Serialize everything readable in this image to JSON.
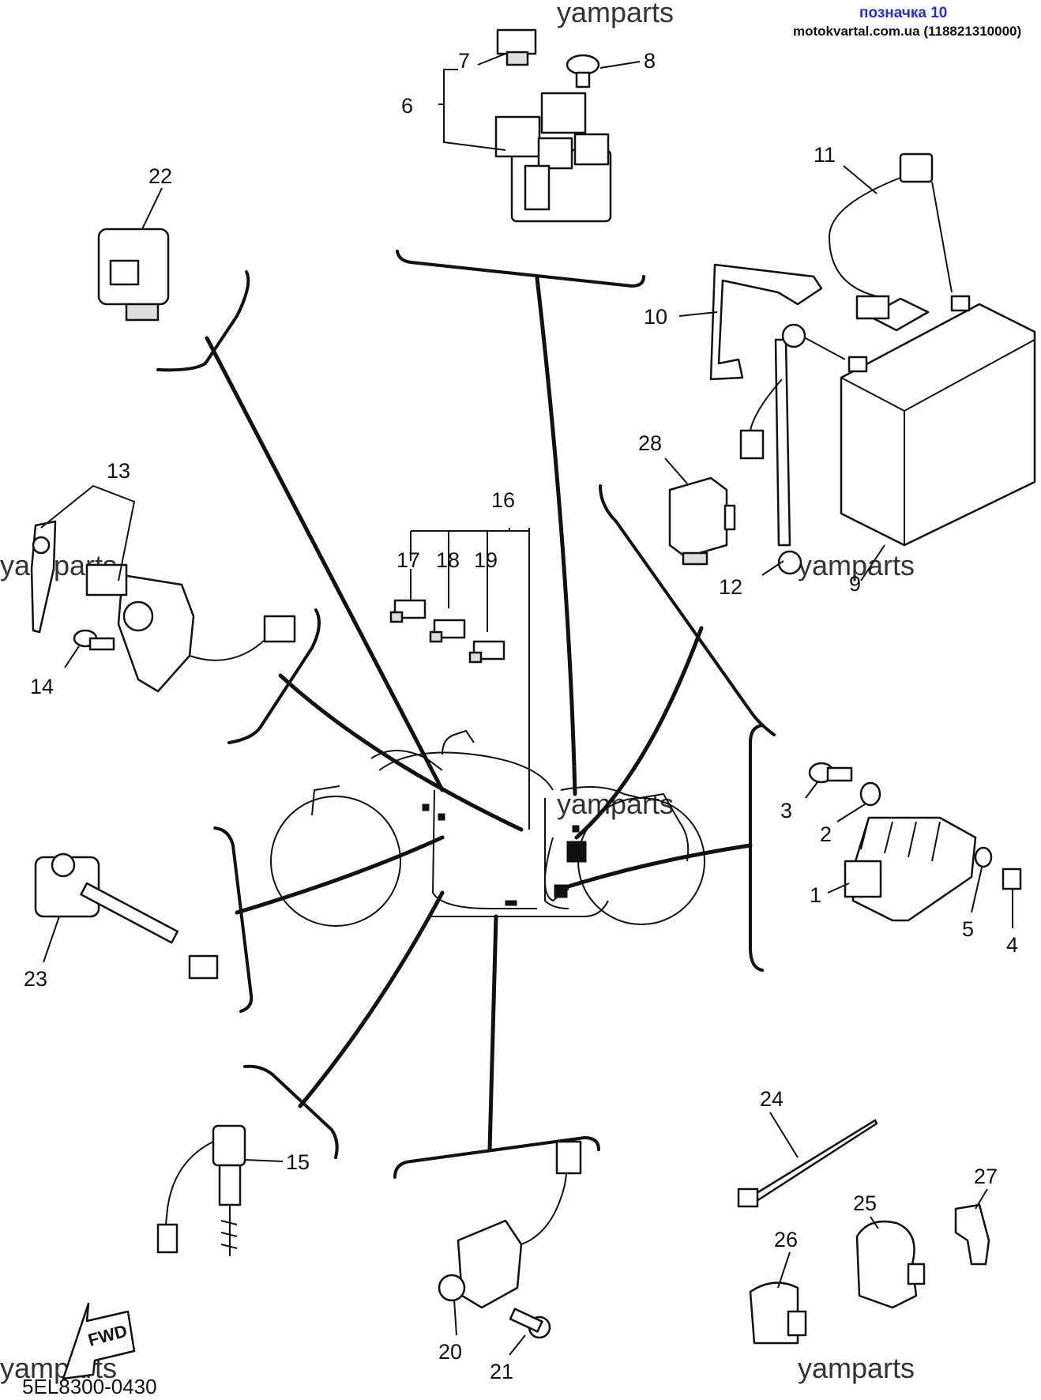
{
  "header": {
    "link_text": "позначка 10",
    "site_text": "motokvartal.com.ua (118821310000)"
  },
  "watermarks": [
    "yamparts",
    "yamparts",
    "yamparts",
    "yamparts",
    "yamparts",
    "yamparts"
  ],
  "diagram_code": "5EL8300-0430",
  "fwd_label": "FWD",
  "callouts": {
    "p1": "1",
    "p2": "2",
    "p3": "3",
    "p4": "4",
    "p5": "5",
    "p6": "6",
    "p7": "7",
    "p8": "8",
    "p9": "9",
    "p10": "10",
    "p11": "11",
    "p12": "12",
    "p13": "13",
    "p14": "14",
    "p15": "15",
    "p16": "16",
    "p17": "17",
    "p18": "18",
    "p19": "19",
    "p20": "20",
    "p21": "21",
    "p22": "22",
    "p23": "23",
    "p24": "24",
    "p25": "25",
    "p26": "26",
    "p27": "27",
    "p28": "28"
  }
}
